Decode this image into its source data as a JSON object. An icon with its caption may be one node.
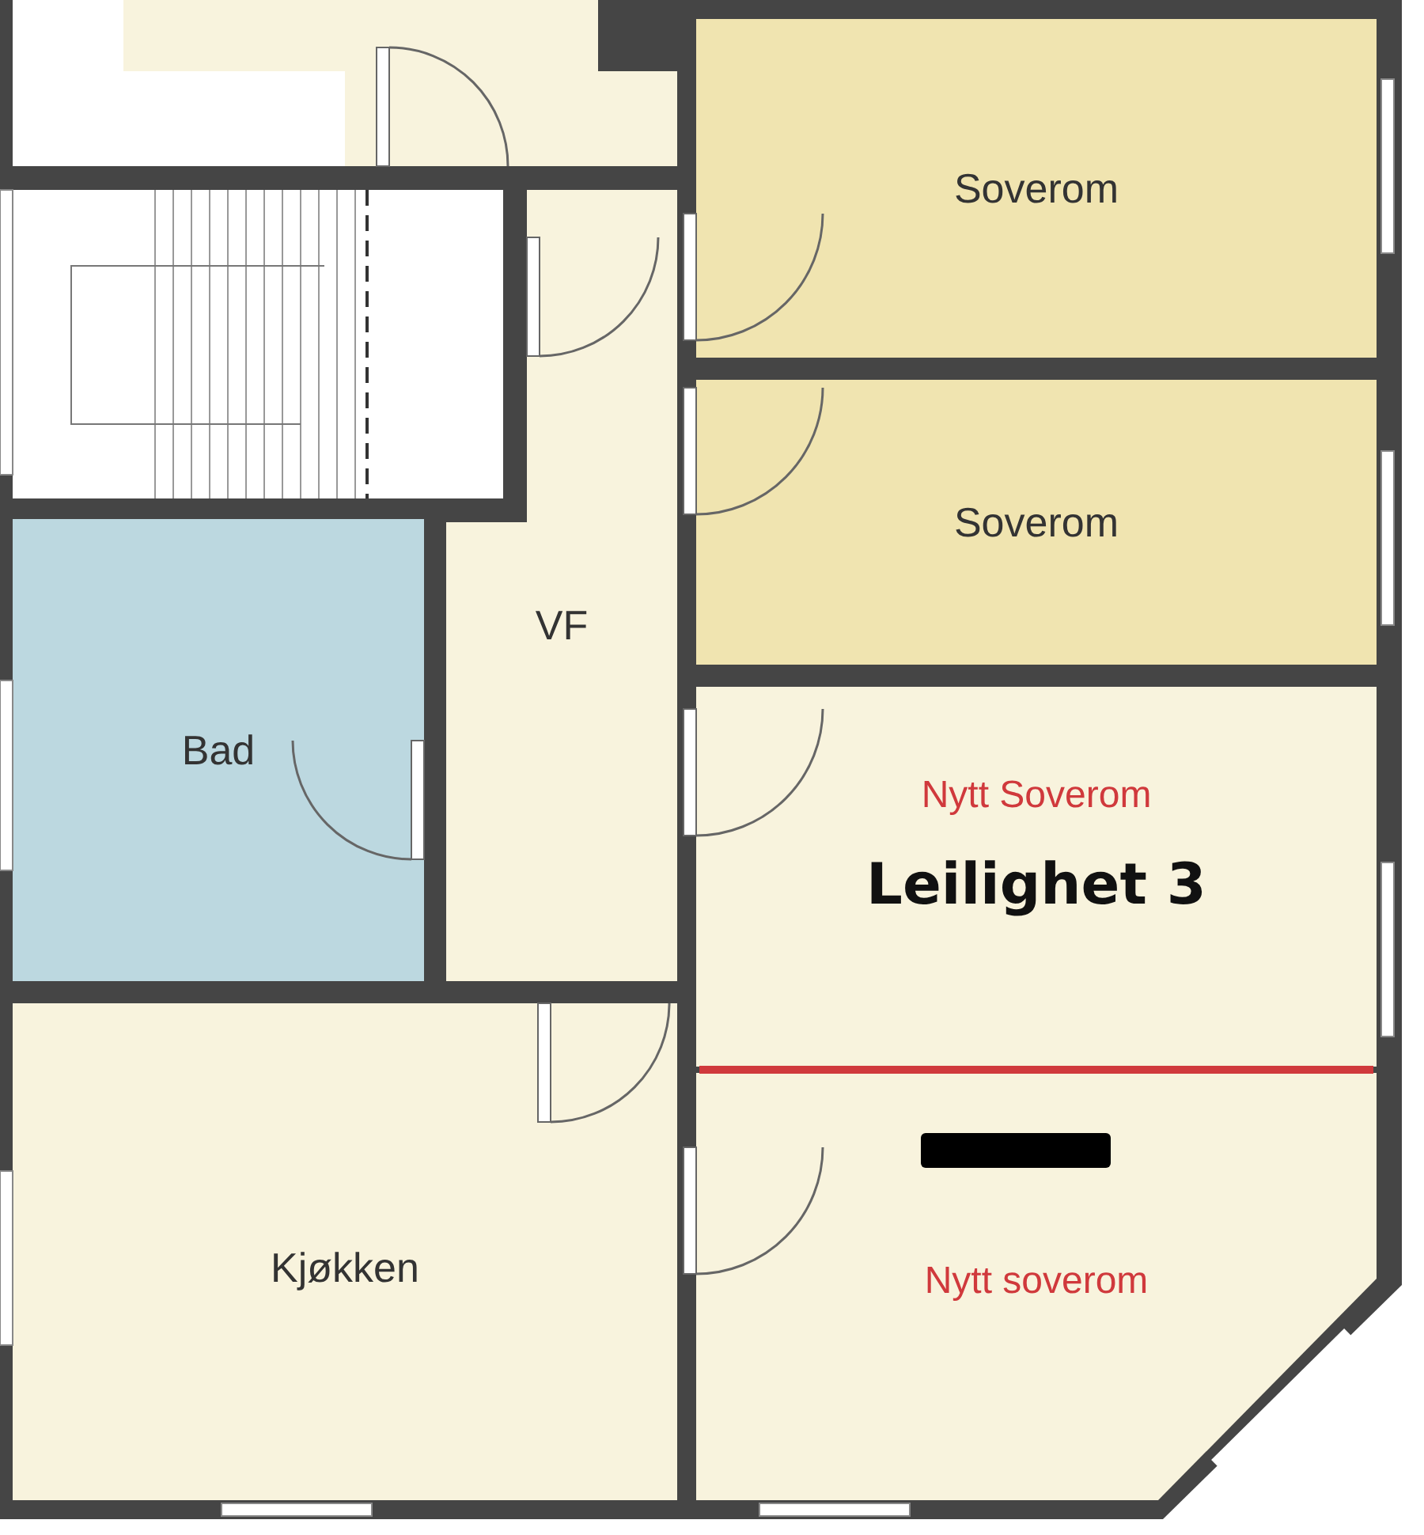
{
  "diagram": {
    "nodes": [
      {
        "text": [
          "Soverom"
        ]
      },
      {
        "text": [
          "Soverom"
        ]
      },
      {
        "text": [
          "Bad"
        ]
      },
      {
        "text": [
          "VF"
        ]
      },
      {
        "text": [
          "Nytt Soverom",
          "Leilighet 3"
        ]
      },
      {
        "text": [
          "Kjøkken"
        ]
      },
      {
        "text": [
          "Nytt soverom"
        ]
      }
    ]
  }
}
